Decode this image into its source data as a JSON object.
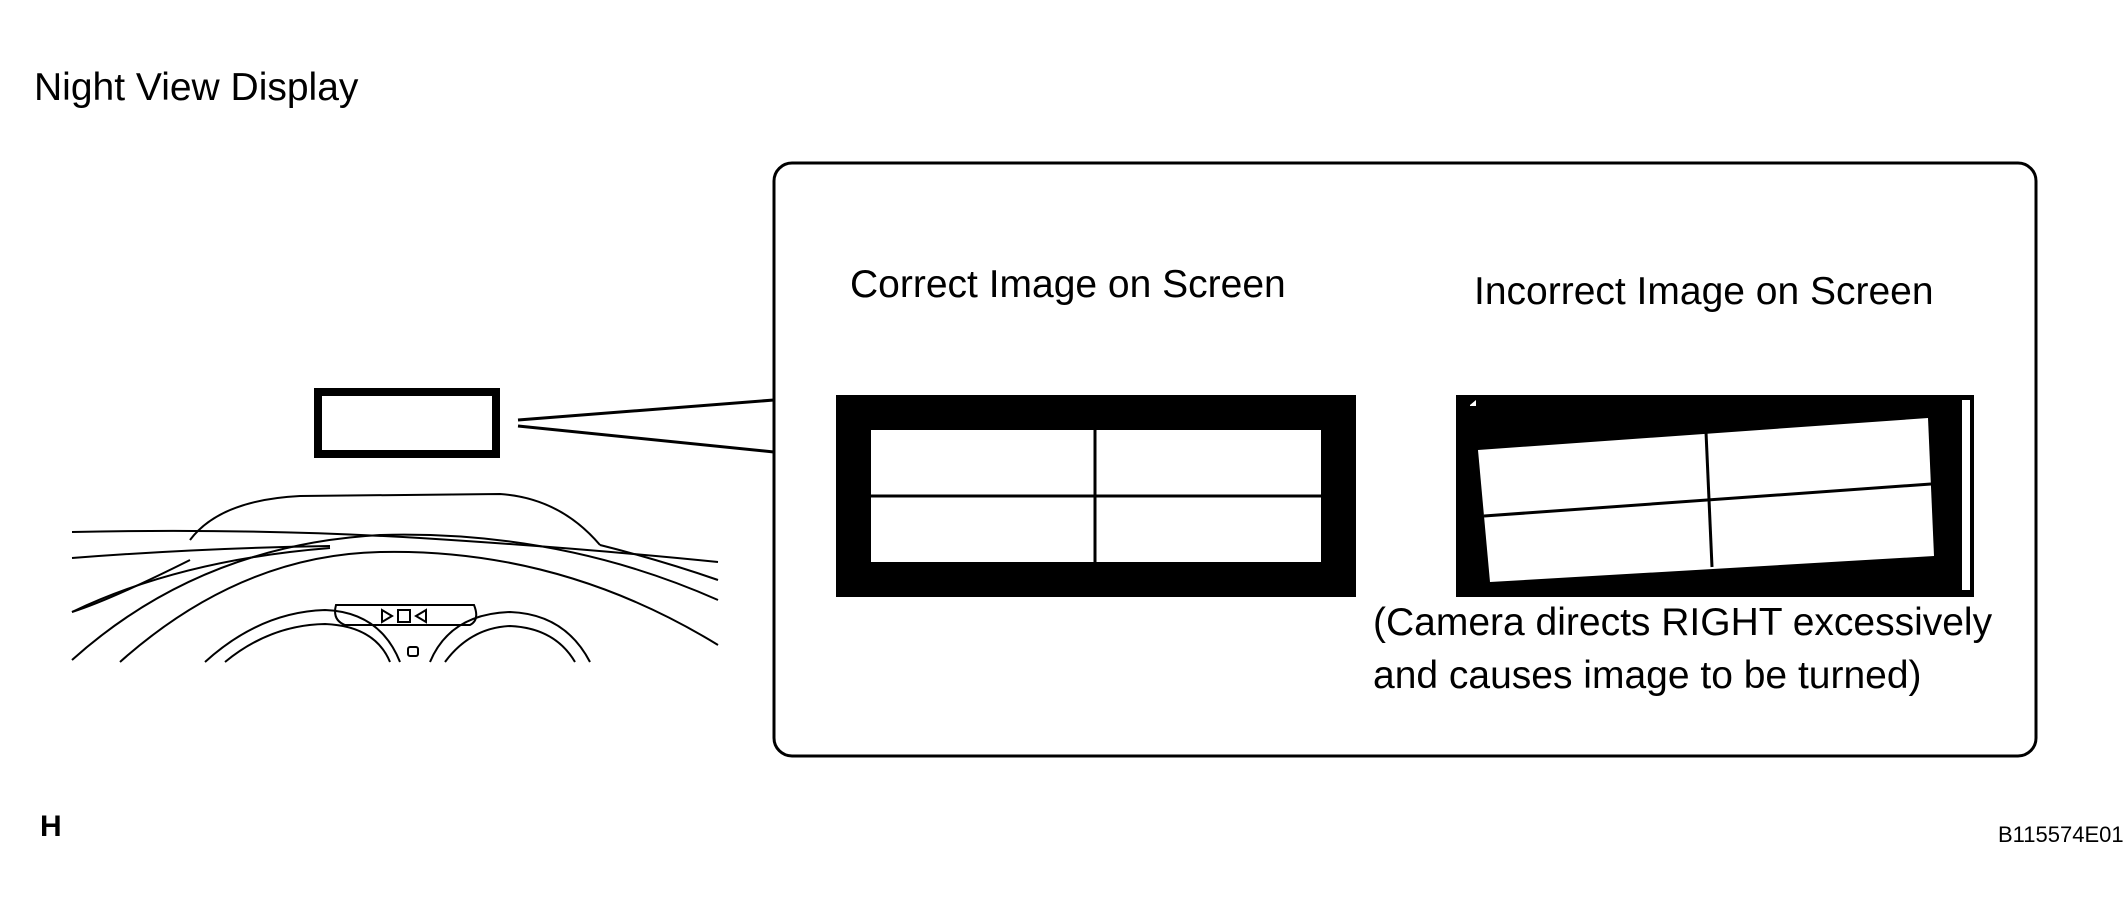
{
  "title": "Night View Display",
  "callout": {
    "correct_label": "Correct Image on Screen",
    "incorrect_label": "Incorrect Image on Screen",
    "caption_line1": "(Camera directs RIGHT excessively",
    "caption_line2": "and causes image to be turned)"
  },
  "section_mark": "H",
  "figure_id": "B115574E01",
  "colors": {
    "ink": "#000000",
    "background": "#ffffff"
  }
}
